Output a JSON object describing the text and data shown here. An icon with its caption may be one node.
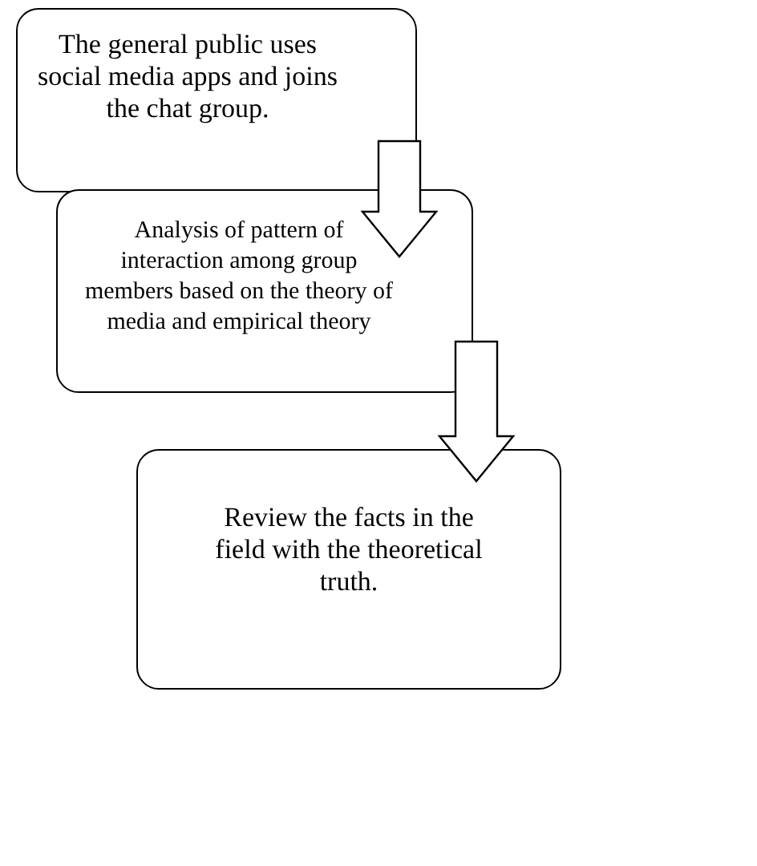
{
  "diagram": {
    "nodes": [
      {
        "text": [
          "The general public uses social media apps and joins the chat group."
        ]
      },
      {
        "text": [
          "Analysis of pattern of interaction among group members based on the theory of media and empirical theory"
        ]
      },
      {
        "text": [
          "Review the facts in the field with the theoretical truth."
        ]
      }
    ],
    "edges": [
      {
        "from": 0,
        "to": 1,
        "arrow": "to"
      },
      {
        "from": 1,
        "to": 2,
        "arrow": "to"
      }
    ]
  }
}
